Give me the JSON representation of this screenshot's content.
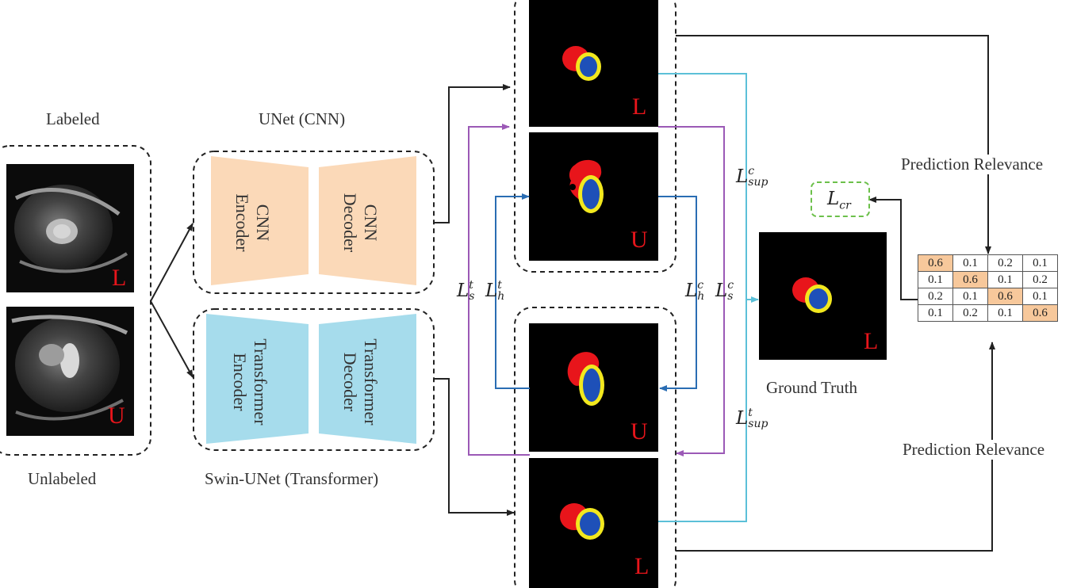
{
  "inputs": {
    "labeled_title": "Labeled",
    "unlabeled_title": "Unlabeled",
    "labeled_tag": "L",
    "unlabeled_tag": "U"
  },
  "cnn_branch": {
    "title": "UNet (CNN)",
    "encoder_label": "CNN Encoder",
    "decoder_label": "CNN Decoder",
    "encoder_color": "#fbd9b8",
    "decoder_color": "#fbd9b8"
  },
  "transformer_branch": {
    "title": "Swin-UNet (Transformer)",
    "encoder_label": "Transformer Encoder",
    "decoder_label": "Transformer Decoder",
    "encoder_color": "#a6dcec",
    "decoder_color": "#a6dcec"
  },
  "predictions": {
    "cnn_labeled_tag": "L",
    "cnn_unlabeled_tag": "U",
    "trans_unlabeled_tag": "U",
    "trans_labeled_tag": "L"
  },
  "losses": {
    "ls_t": {
      "base": "L",
      "sub": "s",
      "sup": "t"
    },
    "lh_t": {
      "base": "L",
      "sub": "h",
      "sup": "t"
    },
    "lh_c": {
      "base": "L",
      "sub": "h",
      "sup": "c"
    },
    "ls_c": {
      "base": "L",
      "sub": "s",
      "sup": "c"
    },
    "lsup_c": {
      "base": "L",
      "sub": "sup",
      "sup": "c"
    },
    "lsup_t": {
      "base": "L",
      "sub": "sup",
      "sup": "t"
    },
    "lcr": {
      "base": "L",
      "sub": "cr"
    }
  },
  "ground_truth": {
    "caption": "Ground Truth",
    "tag": "L"
  },
  "relevance": {
    "top_label": "Prediction Relevance",
    "bottom_label": "Prediction Relevance",
    "matrix": [
      [
        "0.6",
        "0.1",
        "0.2",
        "0.1"
      ],
      [
        "0.1",
        "0.6",
        "0.1",
        "0.2"
      ],
      [
        "0.2",
        "0.1",
        "0.6",
        "0.1"
      ],
      [
        "0.1",
        "0.2",
        "0.1",
        "0.6"
      ]
    ],
    "highlight_color": "#f7c89b"
  },
  "colors": {
    "arrow_black": "#222222",
    "arrow_purple": "#9b59b6",
    "arrow_blue": "#2a6db3",
    "arrow_cyan": "#5bc0d8",
    "lcr_box": "#6cc04a",
    "tag_red": "#e8151b",
    "mask_red": "#e8151b",
    "mask_yellow": "#f2e81e",
    "mask_blue": "#1e50b8"
  }
}
